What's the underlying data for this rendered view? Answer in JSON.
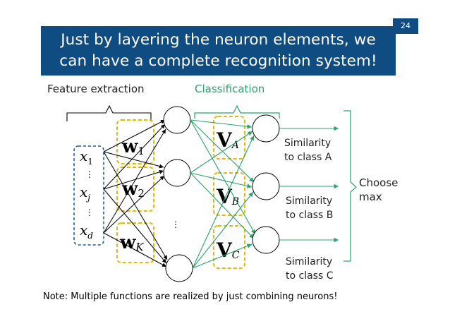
{
  "page_number": "24",
  "title_line1": "Just by layering the neuron elements, we",
  "title_line2": "can have a complete recognition system!",
  "section_feature": "Feature extraction",
  "section_classification": "Classification",
  "inputs": {
    "x1": "x",
    "x1_sub": "1",
    "xj": "x",
    "xj_sub": "j",
    "xd": "x",
    "xd_sub": "d"
  },
  "weights": {
    "w1": "w",
    "w1_sub": "1",
    "w2": "w",
    "w2_sub": "2",
    "wK": "w",
    "wK_sub": "K"
  },
  "class_vectors": {
    "vA": "V",
    "vA_sub": "A",
    "vB": "V",
    "vB_sub": "B",
    "vC": "V",
    "vC_sub": "C"
  },
  "similarity_a_1": "Similarity",
  "similarity_a_2": "to class A",
  "similarity_b_1": "Similarity",
  "similarity_b_2": "to class B",
  "similarity_c_1": "Similarity",
  "similarity_c_2": "to class C",
  "choose_1": "Choose",
  "choose_2": "max",
  "note": "Note:  Multiple functions are realized by just combining neurons!",
  "colors": {
    "title_bg": "#0f4c81",
    "classification": "#2aa36b",
    "input_box": "#1f5fa6",
    "weight_box": "#e8b800"
  }
}
